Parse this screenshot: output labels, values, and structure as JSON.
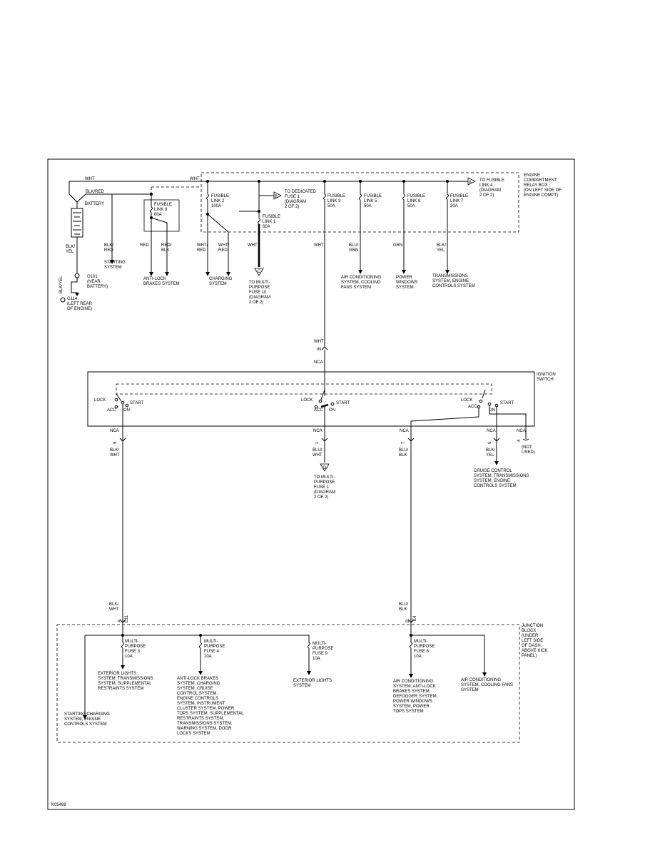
{
  "wire_colors": {
    "wht_top_left": "WHT",
    "wht_top_right": "WHT",
    "blk_red_top": "BLK/RED",
    "blk_yel_batt": "BLK/\nYEL",
    "blk_yel_g": "BLK/YEL",
    "blk_red_start": "BLK/\nRED",
    "red_abs": "RED",
    "red_blk_abs": "RED/\nBLK",
    "wht_red_1": "WHT/\nRED",
    "wht_red_2": "WHT/\nRED",
    "wht_fl1": "WHT",
    "wht_fl3": "WHT",
    "blu_grn": "BLU/\nGRN",
    "grn": "GRN",
    "blk_yel_fl7": "BLK/\nYEL",
    "wht_mid": "WHT",
    "blk_wht_ign": "BLK/\nWHT",
    "blu_wht_ign": "BLU/\nWHT",
    "blu_blk_ign": "BLU/\nBLK",
    "blk_yel_ign": "BLK/\nYEL",
    "blk_wht_jb": "BLK/\nWHT",
    "blu_blk_jb": "BLU/\nBLK"
  },
  "battery": {
    "label": "BATTERY",
    "ground_g101": "G101\n(NEAR\nBATTERY)",
    "ground_g114": "G114\n(LEFT REAR\nOF ENGINE)"
  },
  "relay_box": {
    "label": "ENGINE\nCOMPARTMENT\nRELAY BOX\n(ON LEFT SIDE OF\nENGINE COMPT)",
    "fusible_link_8": "FUSIBLE\nLINK 8\n60A",
    "fusible_link_2": "FUSIBLE\nLINK 2\n100A",
    "fusible_link_1": "FUSIBLE\nLINK 1\n60A",
    "fusible_link_3": "FUSIBLE\nLINK 3\n50A",
    "fusible_link_5": "FUSIBLE\nLINK 5\n50A",
    "fusible_link_6": "FUSIBLE\nLINK 6\n50A",
    "fusible_link_7": "FUSIBLE\nLINK 7\n20A",
    "to_dedicated_fuse": "TO DEDICATED\nFUSE 1\n(DIAGRAM\n2 OF 2)",
    "to_fusible_link_4": "TO FUSIBLE\nLINK 4\n(DIAGRAM\n2 OF 2)",
    "connector_b": "B",
    "connector_a": "A"
  },
  "destinations": {
    "starting_system": "STARTING\nSYSTEM",
    "abs": "ANTI-LOCK\nBRAKES SYSTEM",
    "charging": "CHARGING\nSYSTEM",
    "to_mpf10": "TO MULTI-\nPURPOSE\nFUSE 10\n(DIAGRAM\n2 OF 2)",
    "ac_fans": "AIR CONDITIONING\nSYSTEM, COOLING\nFANS SYSTEM",
    "power_windows": "POWER\nWINDOWS\nSYSTEM",
    "transmission": "TRANSMISSIONS\nSYSTEM, ENGINE\nCONTROLS SYSTEM",
    "connector_c": "C",
    "connector_d": "D"
  },
  "ignition": {
    "label": "IGNITION\nSWITCH",
    "lock": "LOCK",
    "acc": "ACC",
    "on": "ON",
    "start": "START",
    "nca": "NCA",
    "pin_5": "5",
    "pin_1": "1",
    "pin_7": "7",
    "pin_6": "6",
    "pin_4": "4",
    "pin_in": "IN",
    "to_mpf1": "TO MULTI-\nPURPOSE\nFUSE 1\n(DIAGRAM\n2 OF 2)",
    "cruise": "CRUISE CONTROL\nSYSTEM, TRANSMISSIONS\nSYSTEM, ENGINE\nCONTROLS SYSTEM",
    "not_used": "(NOT\nUSED)"
  },
  "junction_block": {
    "label": "JUNCTION\nBLOCK\n(UNDER\nLEFT SIDE\nOF DASH,\nABOVE KICK\nPANEL)",
    "pin_a": "A",
    "pin_b": "B",
    "conn_e11": "E11",
    "conn_e4": "E4",
    "mpf3": "MULTI-\nPURPOSE\nFUSE 3\n10A",
    "mpf4": "MULTI-\nPURPOSE\nFUSE 4\n10A",
    "mpf9": "MULTI-\nPURPOSE\nFUSE 9\n10A",
    "mpf6": "MULTI-\nPURPOSE\nFUSE 6\n10A",
    "dest_starting_charging": "STARTING/CHARGING\nSYSTEM, ENGINE\nCONTROLS SYSTEM",
    "dest_mpf3": "EXTERIOR LIGHTS\nSYSTEM, TRANSMISSIONS\nSYSTEM, SUPPLEMENTAL\nRESTRAINTS SYSTEM",
    "dest_mpf4": "ANTI-LOCK BRAKES\nSYSTEM, CHARGING\nSYSTEM, CRUISE\nCONTROL SYSTEM,\nENGINE CONTROLS\nSYSTEM, INSTRUMENT\nCLUSTER SYSTEM, POWER\nTOPS SYSTEM, SUPPLEMENTAL\nRESTRAINTS SYSTEM,\nTRANSMISSIONS SYSTEM,\nWARNING SYSTEM, DOOR\nLOCKS SYSTEM",
    "dest_mpf9": "EXTERIOR LIGHTS\nSYSTEM",
    "dest_mpf6": "AIR CONDITIONING\nSYSTEM, ANTI-LOCK\nBRAKES SYSTEM,\nDEFOGGER SYSTEM,\nPOWER WINDOWS\nSYSTEM, POWER\nTOPS SYSTEM",
    "dest_ac": "AIR CONDITIONING\nSYSTEM, COOLING FANS\nSYSTEM"
  },
  "figure_id": "K05488"
}
